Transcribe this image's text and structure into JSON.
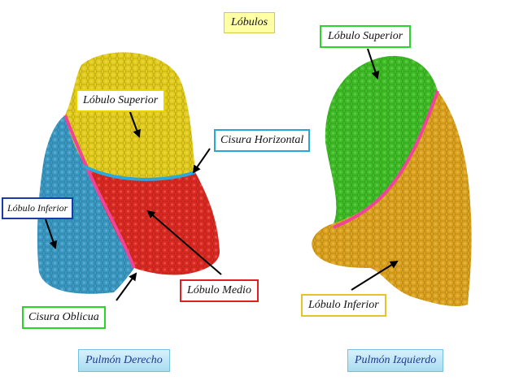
{
  "title": "Lóbulos",
  "right_lung": {
    "caption": "Pulmón Derecho",
    "labels": {
      "superior": "Lóbulo Superior",
      "horizontal_fissure": "Cisura Horizontal",
      "inferior": "Lóbulo Inferior",
      "middle": "Lóbulo Medio",
      "oblique_fissure": "Cisura Oblicua"
    }
  },
  "left_lung": {
    "caption": "Pulmón Izquierdo",
    "labels": {
      "superior": "Lóbulo Superior",
      "inferior": "Lóbulo Inferior"
    }
  },
  "colors": {
    "right_superior": "#e3cc1c",
    "right_middle": "#dc2a22",
    "right_inferior": "#3a9ac4",
    "left_superior": "#3fbd26",
    "left_inferior": "#dda31e",
    "oblique_fissure_line": "#f0449a",
    "horizontal_fissure_line": "#2ba8dc"
  }
}
